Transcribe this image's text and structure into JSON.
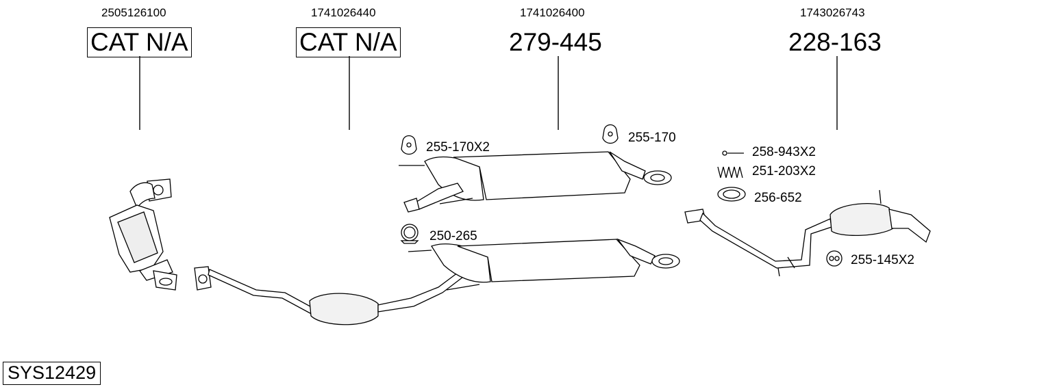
{
  "system_code": "SYS12429",
  "columns": [
    {
      "oem_number": "2505126100",
      "part_label": "CAT N/A"
    },
    {
      "oem_number": "1741026440",
      "part_label": "CAT N/A"
    },
    {
      "oem_number": "1741026400",
      "part_label": "279-445"
    },
    {
      "oem_number": "1743026743",
      "part_label": "228-163"
    }
  ],
  "accessories": [
    {
      "code": "255-170X2"
    },
    {
      "code": "255-170"
    },
    {
      "code": "250-265"
    },
    {
      "code": "258-943X2"
    },
    {
      "code": "251-203X2"
    },
    {
      "code": "256-652"
    },
    {
      "code": "255-145X2"
    }
  ]
}
